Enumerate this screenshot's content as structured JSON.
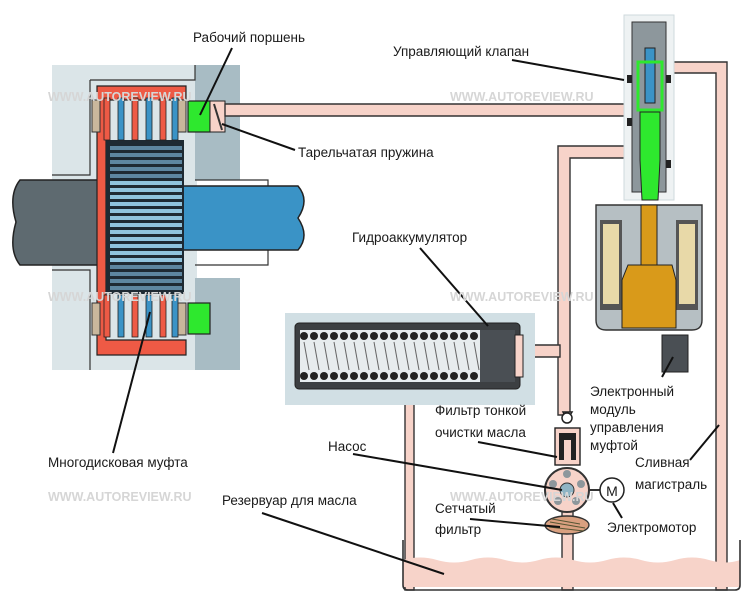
{
  "watermark": "WWW.AUTOREVIEW.RU",
  "labels": {
    "working_piston": "Рабочий поршень",
    "control_valve": "Управляющий клапан",
    "disc_spring": "Тарельчатая пружина",
    "accumulator": "Гидроаккумулятор",
    "multidisc_clutch": "Многодисковая муфта",
    "pump": "Насос",
    "fine_filter": [
      "Фильтр тонкой",
      "очистки масла"
    ],
    "control_module": [
      "Электронный",
      "модуль",
      "управления",
      "муфтой"
    ],
    "drain_line": [
      "Сливная",
      "магистраль"
    ],
    "oil_reservoir": "Резервуар для масла",
    "mesh_filter": [
      "Сетчатый",
      "фильтр"
    ],
    "electric_motor": "Электромотор",
    "motor_symbol": "M"
  },
  "colors": {
    "oil": "#f7d3c9",
    "piston": "#2ee82e",
    "clutch_carrier": "#ee5a45",
    "output_shaft": "#3a93c6",
    "input_shaft": "#5e6a70",
    "solenoid_core": "#d99a1a",
    "valve_spool": "#2ee82e"
  }
}
